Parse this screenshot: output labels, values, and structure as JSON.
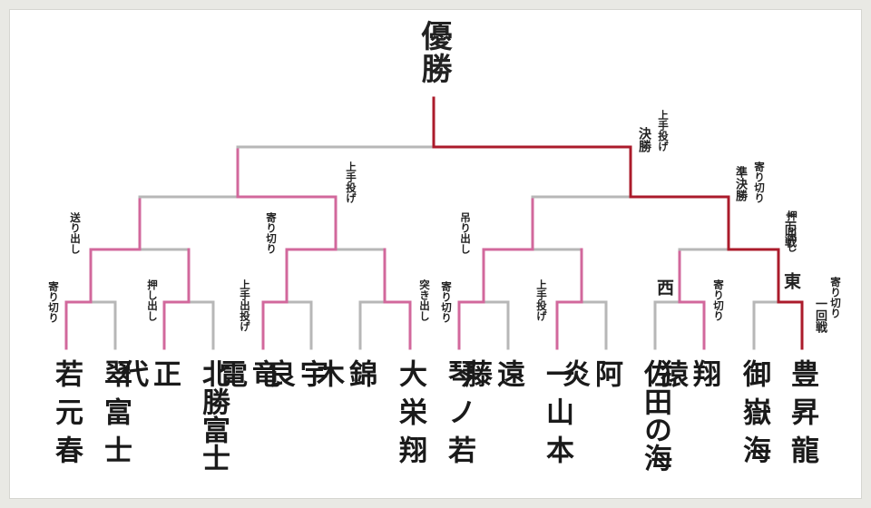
{
  "bracket": {
    "title": "優勝",
    "colors": {
      "loser": "#b7b7b7",
      "winner": "#d2689c",
      "champion": "#ab1b2b"
    },
    "wrestlers": [
      {
        "name": "若元春"
      },
      {
        "name": "翠富士"
      },
      {
        "name": "正代"
      },
      {
        "name": "北勝富士"
      },
      {
        "name": "竜電"
      },
      {
        "name": "宇良"
      },
      {
        "name": "錦木"
      },
      {
        "name": "大栄翔"
      },
      {
        "name": "琴ノ若"
      },
      {
        "name": "遠藤"
      },
      {
        "name": "一山本"
      },
      {
        "name": "阿炎"
      },
      {
        "name": "佐田の海"
      },
      {
        "name": "翔猿"
      },
      {
        "name": "御嶽海"
      },
      {
        "name": "豊昇龍"
      }
    ],
    "round_labels": {
      "r1": "一回戦",
      "r2": "二回戦",
      "semi": "準決勝",
      "final": "決勝"
    },
    "sides": {
      "east": "東",
      "west": "西"
    },
    "kimarite": {
      "r1_1": "寄り切り",
      "r1_2": "押し出し",
      "r1_3": "上手出投げ",
      "r1_4": "突き出し",
      "r1_5": "寄り切り",
      "r1_6": "上手投げ",
      "r1_7": "寄り切り",
      "r1_8": "寄り切り",
      "r2_1": "送り出し",
      "r2_2": "寄り切り",
      "r2_3": "吊り出し",
      "r2_4": "押し出し",
      "semi_1": "上手投げ",
      "semi_2": "寄り切り",
      "final": "上手投げ"
    }
  }
}
